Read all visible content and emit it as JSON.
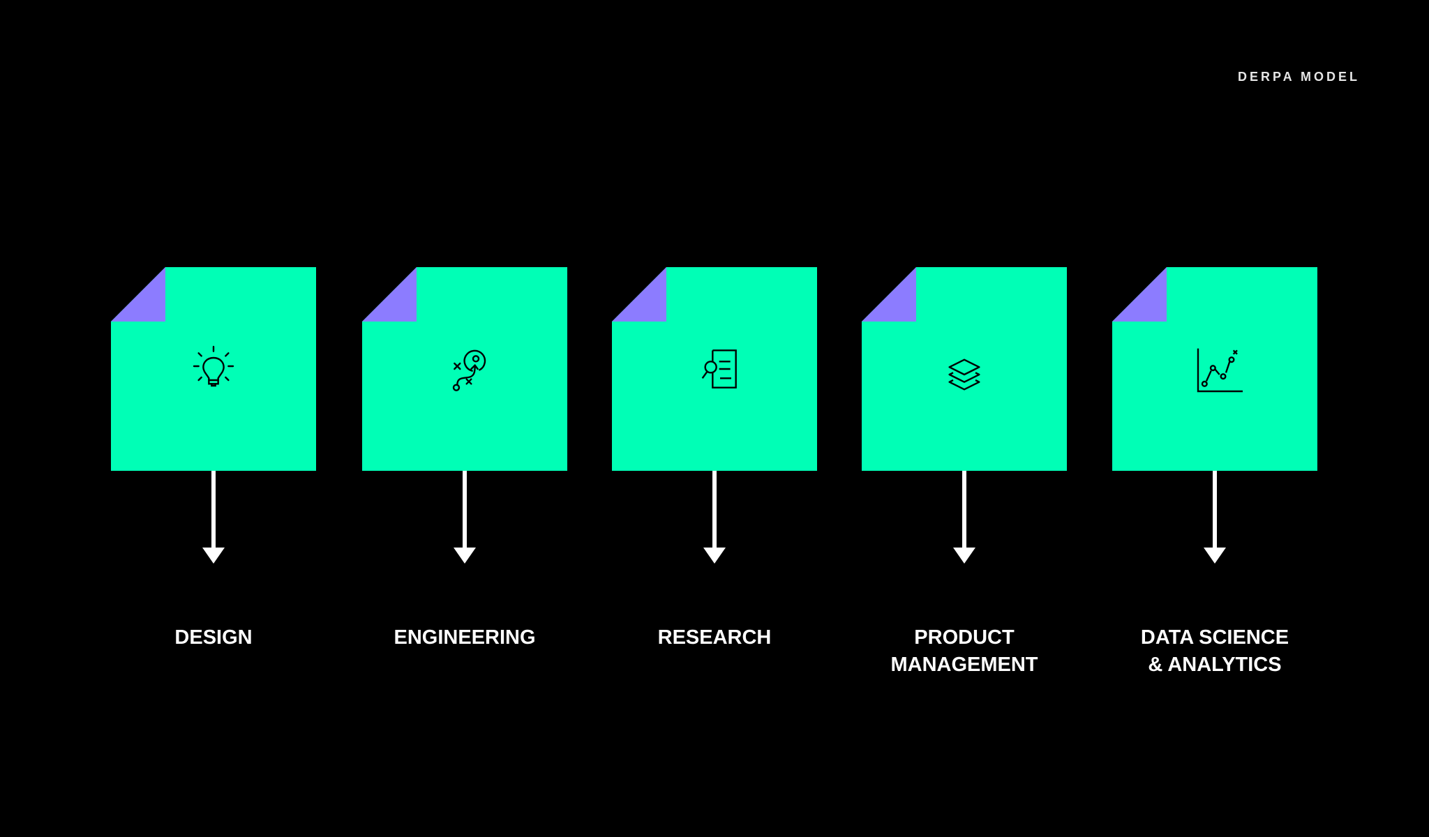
{
  "header": {
    "title": "DERPA MODEL"
  },
  "colors": {
    "card": "#00ffb6",
    "fold": "#8c7cff",
    "background": "#000000",
    "arrow": "#ffffff"
  },
  "columns": [
    {
      "label_lines": [
        "DESIGN"
      ],
      "icon": "lightbulb-icon"
    },
    {
      "label_lines": [
        "ENGINEERING"
      ],
      "icon": "strategy-play-icon"
    },
    {
      "label_lines": [
        "RESEARCH"
      ],
      "icon": "document-search-icon"
    },
    {
      "label_lines": [
        "PRODUCT",
        "MANAGEMENT"
      ],
      "icon": "layers-icon"
    },
    {
      "label_lines": [
        "DATA SCIENCE",
        "& ANALYTICS"
      ],
      "icon": "line-chart-icon"
    }
  ]
}
